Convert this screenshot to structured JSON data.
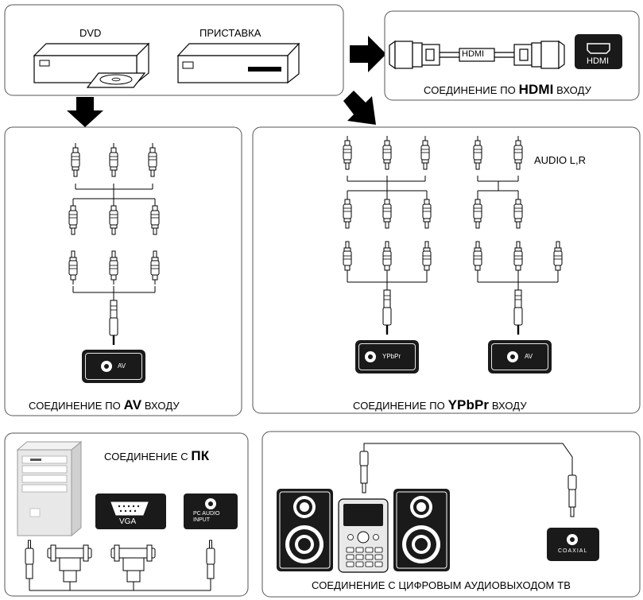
{
  "top_sources": {
    "dvd_label": "DVD",
    "stb_label": "ПРИСТАВКА"
  },
  "hdmi": {
    "cable_label": "HDMI",
    "port_label": "HDMI",
    "caption_prefix": "СОЕДИНЕНИЕ ПО ",
    "caption_bold": "HDMI",
    "caption_suffix": " ВХОДУ"
  },
  "av": {
    "port_label": "AV",
    "caption_prefix": "СОЕДИНЕНИЕ ПО ",
    "caption_bold": "AV",
    "caption_suffix": " ВХОДУ"
  },
  "ypbpr": {
    "audio_label": "AUDIO L,R",
    "ypbpr_port_label": "YPbPr",
    "av_port_label": "AV",
    "caption_prefix": "СОЕДИНЕНИЕ ПО ",
    "caption_bold": "YPbPr",
    "caption_suffix": " ВХОДУ"
  },
  "pc": {
    "caption_prefix": "СОЕДИНЕНИЕ С ",
    "caption_bold": "ПК",
    "vga_label": "VGA",
    "audio_port_line1": "PC AUDIO",
    "audio_port_line2": "INPUT"
  },
  "coax": {
    "port_label": "COAXIAL",
    "caption": "СОЕДИНЕНИЕ С ЦИФРОВЫМ АУДИОВЫХОДОМ ТВ"
  }
}
